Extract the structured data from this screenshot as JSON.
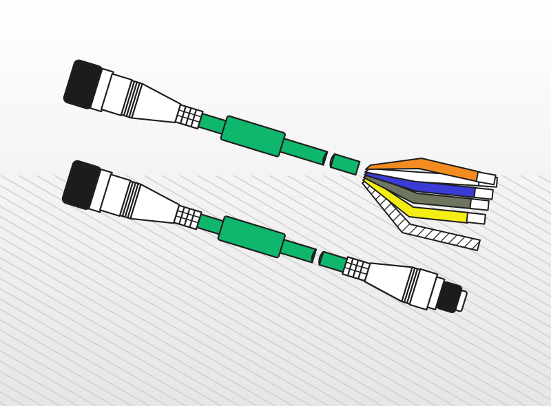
{
  "colors": {
    "background_top": "#ffffff",
    "background_bottom": "#e6e6e6",
    "stripe": "#cfcfcf",
    "outline": "#1e1e1e",
    "cable_green": "#0fb76d",
    "connector_white": "#ffffff",
    "connector_black": "#1c1c1c"
  },
  "cables": [
    {
      "type": "M12 female connector to open-end flying leads",
      "connector_left": {
        "gender": "female",
        "icon": "round-m12-female-connector-icon"
      },
      "right_end": "stripped-wires",
      "wires": [
        {
          "color_name": "orange",
          "color": "#f28c1e"
        },
        {
          "color_name": "white",
          "color": "#ffffff"
        },
        {
          "color_name": "blue",
          "color": "#3b3bd6"
        },
        {
          "color_name": "gray",
          "color": "#6f7660"
        },
        {
          "color_name": "yellow",
          "color": "#f5ee14"
        },
        {
          "color_name": "shield-drain",
          "color": "#ffffff"
        }
      ]
    },
    {
      "type": "M12 female connector to M12 male connector",
      "connector_left": {
        "gender": "female",
        "icon": "round-m12-female-connector-icon"
      },
      "connector_right": {
        "gender": "male",
        "icon": "round-m12-male-connector-icon"
      }
    }
  ]
}
